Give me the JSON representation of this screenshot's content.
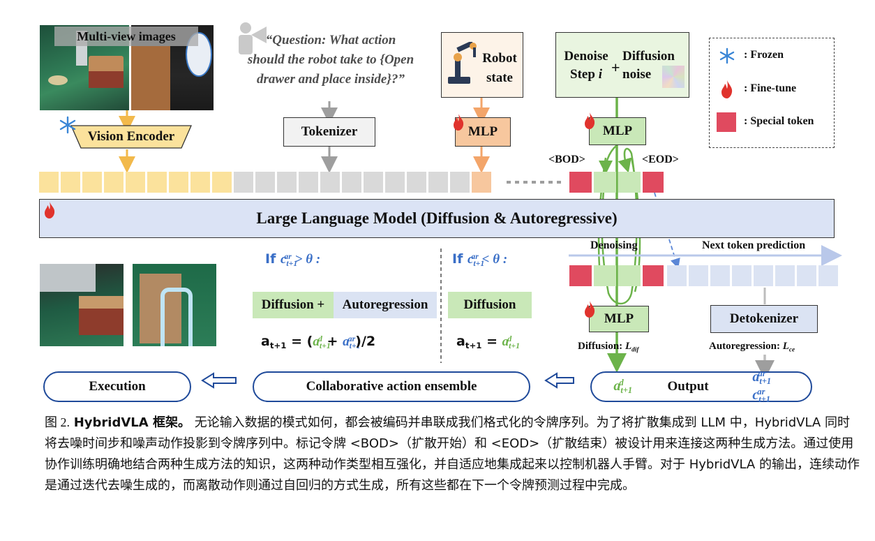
{
  "inputs": {
    "multiview_label": "Multi-view images",
    "question": "“Question: What action should the robot take to {Open drawer and place inside}?”",
    "robot_state": "Robot state",
    "denoise_step": "Denoise Step",
    "denoise_step_var": "i",
    "plus": "+",
    "diffusion_noise": "Diffusion noise"
  },
  "modules": {
    "vision_encoder": "Vision Encoder",
    "tokenizer": "Tokenizer",
    "mlp_robot": "MLP",
    "mlp_noise": "MLP",
    "mlp_diffusion": "MLP",
    "detokenizer": "Detokenizer",
    "llm": "Large Language Model (Diffusion & Autoregressive)"
  },
  "tokens": {
    "bod": "<BOD>",
    "eod": "<EOD>",
    "denoising": "Denoising",
    "next_token": "Next token prediction"
  },
  "legend": {
    "frozen": ": Frozen",
    "finetune": ": Fine-tune",
    "special": ": Special token"
  },
  "ensemble": {
    "cond_high": "If",
    "cond_low": "If",
    "diff_plus_ar_a": "Diffusion +",
    "diff_plus_ar_b": "Autoregression",
    "diffusion_only": "Diffusion",
    "formula_left_prefix": "a",
    "formula_right_prefix": "a"
  },
  "losses": {
    "diffusion": "Diffusion:",
    "autoregression": "Autoregression:"
  },
  "bottom": {
    "execution": "Execution",
    "collab": "Collaborative action ensemble",
    "output": "Output"
  },
  "caption": {
    "fig_no": "图 2.",
    "title": "HybridVLA 框架。",
    "body": "无论输入数据的模式如何，都会被编码并串联成我们格式化的令牌序列。为了将扩散集成到 LLM 中，HybridVLA 同时将去噪时间步和噪声动作投影到令牌序列中。标记令牌 <BOD>（扩散开始）和 <EOD>（扩散结束）被设计用来连接这两种生成方法。通过使用协作训练明确地结合两种生成方法的知识，这两种动作类型相互强化，并自适应地集成起来以控制机器人手臂。对于 HybridVLA 的输出，连续动作是通过迭代去噪生成的，而离散动作则通过自回归的方式生成，所有这些都在下一个令牌预测过程中完成。"
  },
  "colors": {
    "vision_token": "#fbe29c",
    "text_token": "#d9d9d9",
    "robot_token": "#f7c79e",
    "special_token": "#e04a5f",
    "diff_token": "#c9e8b8",
    "ar_token": "#dbe3f3",
    "llm_fill": "#dbe3f5",
    "green_arrow": "#6cb34a",
    "blue_formula": "#3a6fc7"
  }
}
